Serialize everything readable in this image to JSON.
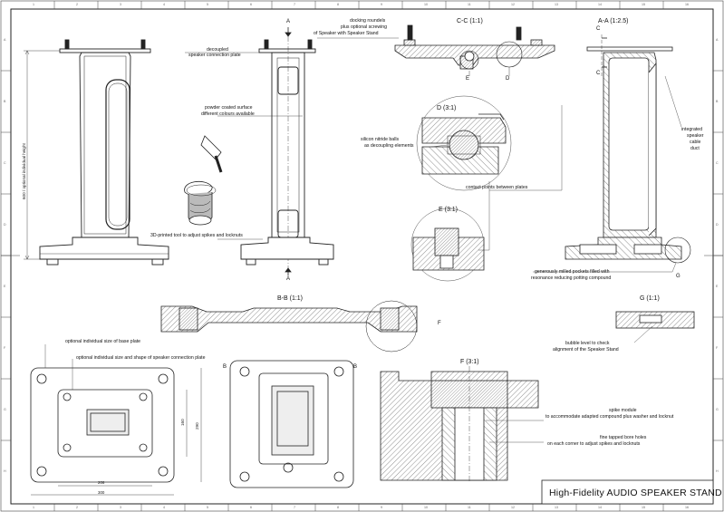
{
  "title": "High-Fidelity AUDIO SPEAKER STAND",
  "views": {
    "cc": "C-C (1:1)",
    "aa": "A-A (1:2.5)",
    "d": "D (3:1)",
    "e": "E (3:1)",
    "bb": "B-B (1:1)",
    "g": "G (1:1)",
    "f": "F (3:1)"
  },
  "section_marks": {
    "a": "A",
    "b": "B",
    "c": "C",
    "d": "D",
    "e": "E",
    "f": "F",
    "g": "G"
  },
  "labels": {
    "decoupled_1": "decoupled",
    "decoupled_2": "speaker connection plate",
    "docking_1": "docking roundels",
    "docking_2": "plus optional screwing",
    "docking_3": "of Speaker with Speaker Stand",
    "powder_1": "powder coated surface",
    "powder_2": "different colours available",
    "silicon_1": "silicon nitride balls",
    "silicon_2": "as decoupling elements",
    "integrated_1": "integrated",
    "integrated_2": "speaker",
    "integrated_3": "cable",
    "integrated_4": "duct",
    "contact": "contact points between plates",
    "tool": "3D-printed tool to adjust spikes and locknuts",
    "pockets_1": "generously milled pockets filled with",
    "pockets_2": "resonance reducing potting compound",
    "base_plate": "optional individual size of base plate",
    "conn_plate": "optional individual size and shape of speaker connection plate",
    "bubble_1": "bubble level to check",
    "bubble_2": "alignment of the Speaker Stand",
    "spike_1": "spike module",
    "spike_2": "to accommodate adapted compound plus washer and locknut",
    "fine_1": "fine tapped bore holes",
    "fine_2": "on each corner to adjust spikes and locknuts",
    "height": "600 / optional individual height"
  },
  "dimensions": {
    "d1": "160",
    "d2": "290",
    "d3": "206",
    "d4": "300"
  },
  "grid_numbers": [
    "1",
    "2",
    "3",
    "4",
    "5",
    "6",
    "7",
    "8",
    "9",
    "10",
    "11",
    "12",
    "13",
    "14",
    "15",
    "16"
  ],
  "grid_letters": [
    "A",
    "B",
    "C",
    "D",
    "E",
    "F",
    "G",
    "H"
  ]
}
